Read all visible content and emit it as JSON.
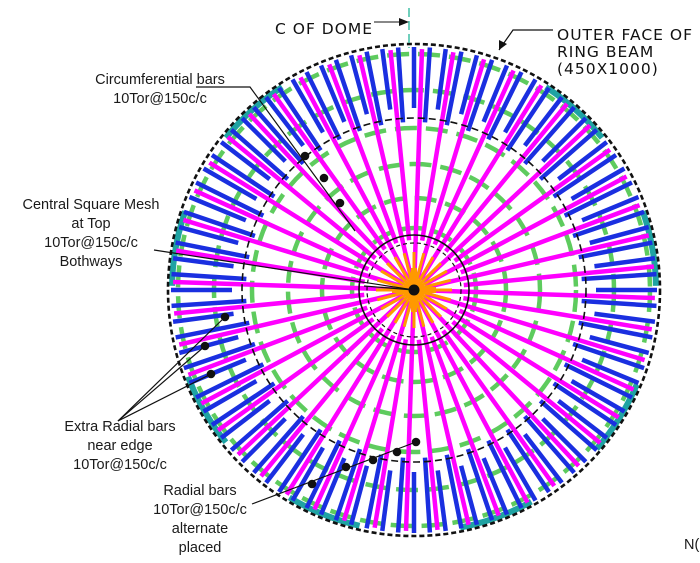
{
  "colors": {
    "radial": "#ff00ff",
    "extra_radial": "#1a2fe0",
    "circumferential": "#5ecb5e",
    "teal_hoops": "#1fa3a3",
    "mesh": "#ff9900",
    "outline": "#111111",
    "centerline": "#33bba0"
  },
  "labels": {
    "dome_centerline": "C  OF  DOME",
    "outer_face_line1": "OUTER  FACE  OF",
    "outer_face_line2": "RING  BEAM",
    "outer_face_line3": "(450X1000)",
    "circ_line1": "Circumferential bars",
    "circ_line2": "10Tor@150c/c",
    "mesh_line1": "Central Square Mesh",
    "mesh_line2": "at Top",
    "mesh_line3": "10Tor@150c/c",
    "mesh_line4": "Bothways",
    "extra_line1": "Extra Radial bars",
    "extra_line2": "near edge",
    "extra_line3": "10Tor@150c/c",
    "radial_line1": "Radial bars",
    "radial_line2": "10Tor@150c/c",
    "radial_line3": "alternate",
    "radial_line4": "placed",
    "corner_text": "N("
  }
}
